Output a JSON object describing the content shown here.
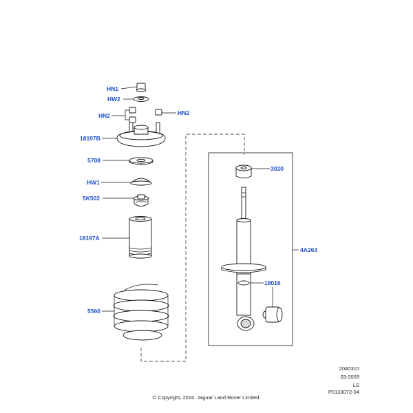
{
  "callouts": {
    "hn1": "HN1",
    "hw2": "HW2",
    "hn2_left": "HN2",
    "hn2_right": "HN2",
    "mount": "18197B",
    "seat": "5708",
    "hw1": "HW1",
    "bump_stop": "5K502",
    "dust_boot": "18197A",
    "spring": "5560",
    "top_bushing": "3020",
    "shock_assembly": "4A263",
    "lower_bushing": "18016"
  },
  "footer": {
    "ref_number": "2040310",
    "date": "03-2009",
    "region": "LS",
    "part_ref": "P0133072-04",
    "copyright": "© Copyright, 2016. Jaguar Land Rover Limited."
  },
  "colors": {
    "callout": "#1e50c8",
    "line": "#111111",
    "shade": "#d9d9d9"
  }
}
